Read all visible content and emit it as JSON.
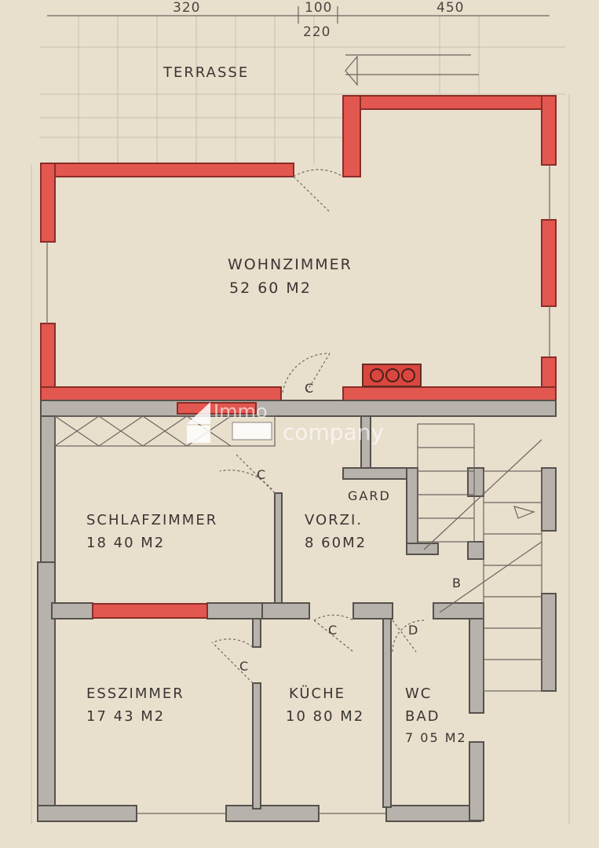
{
  "dimensions": {
    "top_left": "320",
    "top_middle": "100",
    "top_middle_sub": "220",
    "top_right": "450"
  },
  "outside": {
    "terrace": "TERRASSE"
  },
  "rooms": {
    "wohnzimmer": {
      "name": "WOHNZIMMER",
      "area": "52 60 M2"
    },
    "schlafzimmer": {
      "name": "SCHLAFZIMMER",
      "area": "18 40 M2"
    },
    "vorzimmer": {
      "name": "VORZI.",
      "area": "8 60M2"
    },
    "garderobe": {
      "name": "GARD"
    },
    "esszimmer": {
      "name": "ESSZIMMER",
      "area": "17 43 M2"
    },
    "kueche": {
      "name": "KÜCHE",
      "area": "10 80 M2"
    },
    "wc_bad": {
      "name_line1": "WC",
      "name_line2": "BAD",
      "area": "7 05 M2"
    }
  },
  "markers": {
    "c": "C",
    "b": "B",
    "d": "D"
  },
  "watermark": {
    "text_top": "Immo",
    "text_bottom": "company"
  },
  "colors": {
    "paper": "#e9dfcd",
    "new_wall": "#e2574f",
    "existing_wall": "#b7b3ac",
    "line": "#55514c"
  }
}
